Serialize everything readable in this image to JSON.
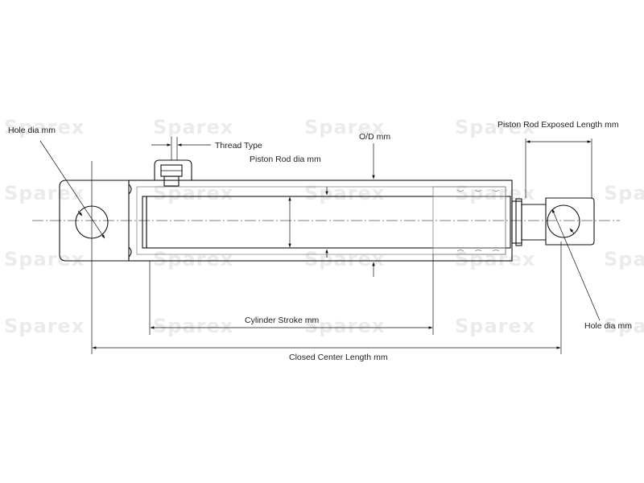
{
  "watermark": {
    "text": "Sparex"
  },
  "labels": {
    "hole_dia_left": "Hole dia mm",
    "hole_dia_right": "Hole dia mm",
    "thread_type": "Thread Type",
    "piston_rod_dia": "Piston Rod dia mm",
    "od": "O/D mm",
    "rod_exposed_length": "Piston Rod Exposed Length mm",
    "cylinder_stroke": "Cylinder Stroke mm",
    "closed_center_length": "Closed Center Length mm"
  }
}
